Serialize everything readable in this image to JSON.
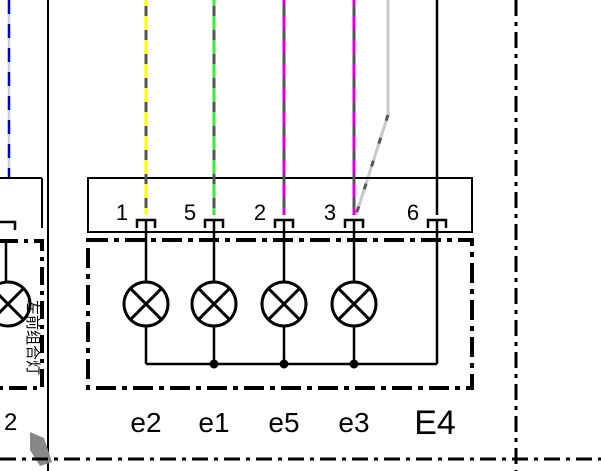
{
  "diagram": {
    "pins": [
      {
        "number": "1",
        "label": "e2",
        "wire_color": "#ffff00",
        "has_lamp": true
      },
      {
        "number": "5",
        "label": "e1",
        "wire_color": "#33ee33",
        "has_lamp": true
      },
      {
        "number": "2",
        "label": "e5",
        "wire_color": "#dd00dd",
        "has_lamp": true
      },
      {
        "number": "3",
        "label": "e3",
        "wire_color": "#dd00dd",
        "has_lamp": true
      },
      {
        "number": "6",
        "label": "",
        "wire_color": "#000000",
        "has_lamp": false
      }
    ],
    "component_label": "E4",
    "left_partial_label": "2",
    "left_vertical_text": "左前组合灯",
    "colors": {
      "wire_dash": "#555555",
      "light_gray_wire": "#c8c8c8",
      "blue_wire": "#0000cc",
      "outline": "#000000"
    }
  }
}
